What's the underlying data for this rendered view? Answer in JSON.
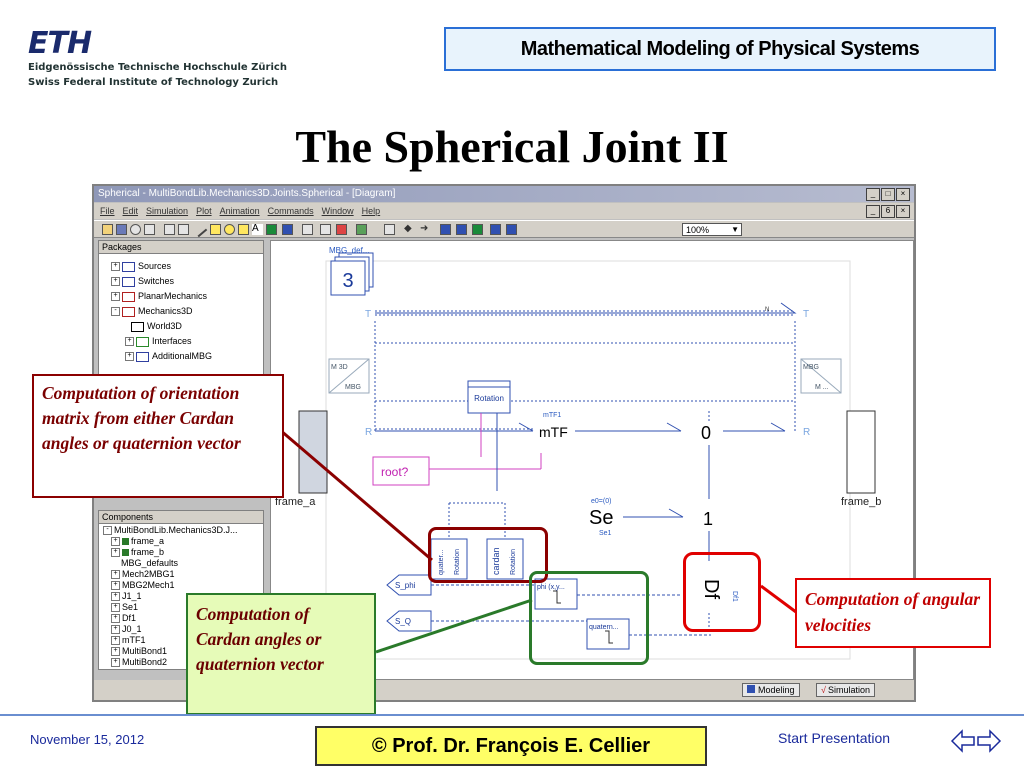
{
  "header": {
    "logo_text": "ETH",
    "institution_de": "Eidgenössische Technische Hochschule Zürich",
    "institution_en": "Swiss Federal Institute of Technology Zurich",
    "course_title": "Mathematical Modeling of Physical Systems"
  },
  "slide": {
    "title": "The Spherical Joint II"
  },
  "window": {
    "title": "Spherical - MultiBondLib.Mechanics3D.Joints.Spherical - [Diagram]",
    "controls": [
      "_",
      "□",
      "×"
    ],
    "inner_controls": [
      "_",
      "6",
      "×"
    ],
    "menu": [
      "File",
      "Edit",
      "Simulation",
      "Plot",
      "Animation",
      "Commands",
      "Window",
      "Help"
    ],
    "zoom": "100%",
    "packages_panel": {
      "header": "Packages",
      "items": [
        {
          "label": "Sources",
          "fold": "+"
        },
        {
          "label": "Switches",
          "fold": "+"
        },
        {
          "label": "PlanarMechanics",
          "fold": "+"
        },
        {
          "label": "Mechanics3D",
          "fold": "-"
        },
        {
          "label": "World3D",
          "fold": ""
        },
        {
          "label": "Interfaces",
          "fold": "+"
        },
        {
          "label": "AdditionalMBG",
          "fold": "+"
        }
      ]
    },
    "components_panel": {
      "header": "Components",
      "items": [
        "MultiBondLib.Mechanics3D.J...",
        "frame_a",
        "frame_b",
        "MBG_defaults",
        "Mech2MBG1",
        "MBG2Mech1",
        "J1_1",
        "Se1",
        "Df1",
        "J0_1",
        "mTF1",
        "MultiBond1",
        "MultiBond2"
      ]
    },
    "status_tabs": [
      "Modeling",
      "Simulation"
    ]
  },
  "diagram": {
    "defaults_label": "MBG_def...",
    "defaults_value": "3",
    "T_left": "T",
    "T_right": "T",
    "R_left": "R",
    "R_right": "R",
    "N": "N",
    "mech_left_top": "M 3D",
    "mech_left_bot": "MBG",
    "mech_right_top": "MBG",
    "mech_right_bot": "M ...",
    "rotation": "Rotation",
    "mTF_name": "mTF1",
    "mTF": "mTF",
    "zero_junction": "0",
    "one_junction": "1",
    "root": "root?",
    "se_param": "e0=(0)",
    "se": "Se",
    "se_name": "Se1",
    "df": "Df",
    "df_name": "Df1",
    "frame_a": "frame_a",
    "frame_b": "frame_b",
    "quater": "quater...",
    "cardan": "cardan",
    "rotation_small": "Rotation",
    "phi_block": "phi (x,y...",
    "quatern_block": "quatern...",
    "s_phi": "S_phi",
    "s_q": "S_Q"
  },
  "callouts": {
    "orientation": "Computation of orientation matrix from either Cardan angles or quaternion vector",
    "cardan": "Computation of Cardan angles or quaternion vector",
    "angular": "Computation of angular velocities"
  },
  "footer": {
    "date": "November 15, 2012",
    "author": "©  Prof. Dr. François E. Cellier",
    "start": "Start Presentation"
  },
  "colors": {
    "accent_blue": "#2a6fd6",
    "callout_red": "#8b0000",
    "callout_green": "#2a7a2a",
    "footer_yellow": "#ffff66"
  }
}
